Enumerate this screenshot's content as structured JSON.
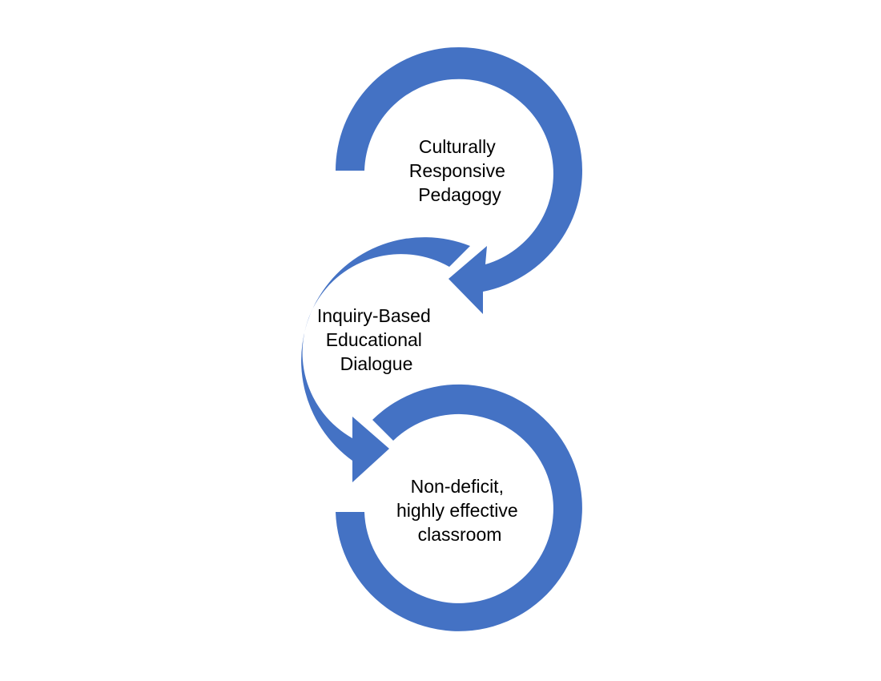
{
  "colors": {
    "background": "#ffffff",
    "arrow": "#4472c4",
    "text": "#000000"
  },
  "diagram": {
    "layout": "three-linked-circular-arrows",
    "stages": [
      {
        "lines": [
          "Culturally",
          "Responsive",
          "Pedagogy"
        ]
      },
      {
        "lines": [
          "Inquiry-Based",
          "Educational",
          "Dialogue"
        ]
      },
      {
        "lines": [
          "Non-deficit,",
          "highly effective",
          "classroom"
        ]
      }
    ]
  }
}
